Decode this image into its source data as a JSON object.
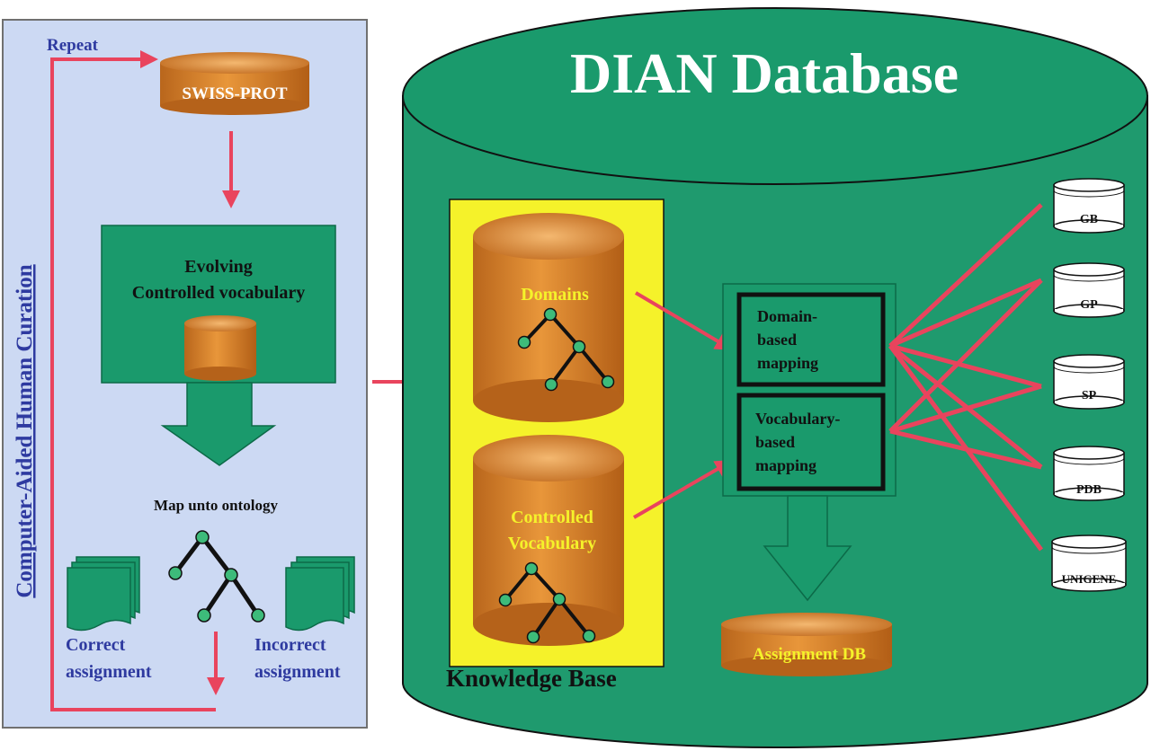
{
  "left_panel": {
    "repeat_label": "Repeat",
    "swissprot_label": "SWISS-PROT",
    "vocab_box_line1": "Evolving",
    "vocab_box_line2": "Controlled vocabulary",
    "map_label": "Map unto ontology",
    "correct_line1": "Correct",
    "correct_line2": "assignment",
    "incorrect_line1": "Incorrect",
    "incorrect_line2": "assignment",
    "side_title": "Computer-Aided Human Curation"
  },
  "right_panel": {
    "title": "DIAN Database",
    "domains_label": "Domains",
    "cv_line1": "Controlled",
    "cv_line2": "Vocabulary",
    "kb_label": "Knowledge Base",
    "domain_map_line1": "Domain-",
    "domain_map_line2": "based",
    "domain_map_line3": "mapping",
    "vocab_map_line1": "Vocabulary-",
    "vocab_map_line2": "based",
    "vocab_map_line3": "mapping",
    "assignment_db": "Assignment DB",
    "external_dbs": [
      "GB",
      "GP",
      "SP",
      "PDB",
      "UNIGENE"
    ]
  },
  "colors": {
    "panel_bg": "#ccd9f3",
    "teal": "#1a9a6c",
    "teal_dark": "#0c6a48",
    "orange": "#de8a2c",
    "yellow": "#f5f22a",
    "red_arrow": "#e9445d",
    "blue_text": "#2e3aa0"
  }
}
